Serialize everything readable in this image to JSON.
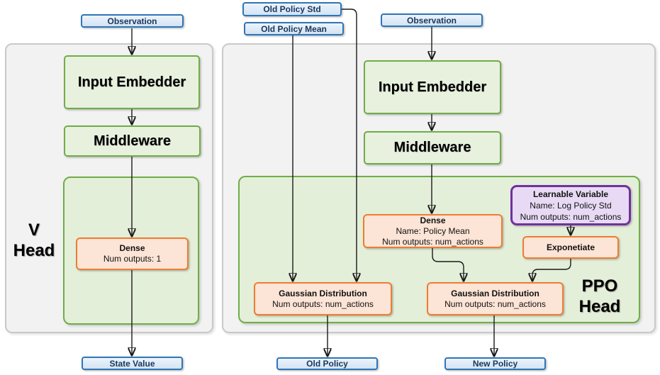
{
  "palette": {
    "panel_bg": "#f2f2f2",
    "panel_border": "#c9c9c9",
    "green_fill": "#e7f1de",
    "green_border": "#70ad47",
    "blue_fill": "#d3e3f4",
    "blue_border": "#2e75b6",
    "blue_text": "#17375e",
    "orange_fill": "#fce4d6",
    "orange_border": "#ed7d31",
    "purple_fill": "#e8daf4",
    "purple_border": "#7030a0",
    "arrow": "#1a1a1a"
  },
  "v_head": {
    "observation": "Observation",
    "input_embedder": "Input Embedder",
    "middleware": "Middleware",
    "dense": {
      "title": "Dense",
      "outputs": "Num outputs: 1"
    },
    "label": {
      "line1": "V",
      "line2": "Head"
    },
    "state_value": "State Value"
  },
  "ppo_head": {
    "old_policy_std": "Old Policy Std",
    "old_policy_mean": "Old Policy Mean",
    "observation": "Observation",
    "input_embedder": "Input Embedder",
    "middleware": "Middleware",
    "dense": {
      "title": "Dense",
      "name": "Name: Policy Mean",
      "outputs": "Num outputs: num_actions"
    },
    "learnable_variable": {
      "title": "Learnable Variable",
      "name": "Name: Log Policy Std",
      "outputs": "Num outputs: num_actions"
    },
    "exponetiate": "Exponetiate",
    "gaussian_old": {
      "title": "Gaussian Distribution",
      "outputs": "Num outputs: num_actions"
    },
    "gaussian_new": {
      "title": "Gaussian Distribution",
      "outputs": "Num outputs: num_actions"
    },
    "label": {
      "line1": "PPO",
      "line2": "Head"
    },
    "old_policy": "Old Policy",
    "new_policy": "New Policy"
  }
}
